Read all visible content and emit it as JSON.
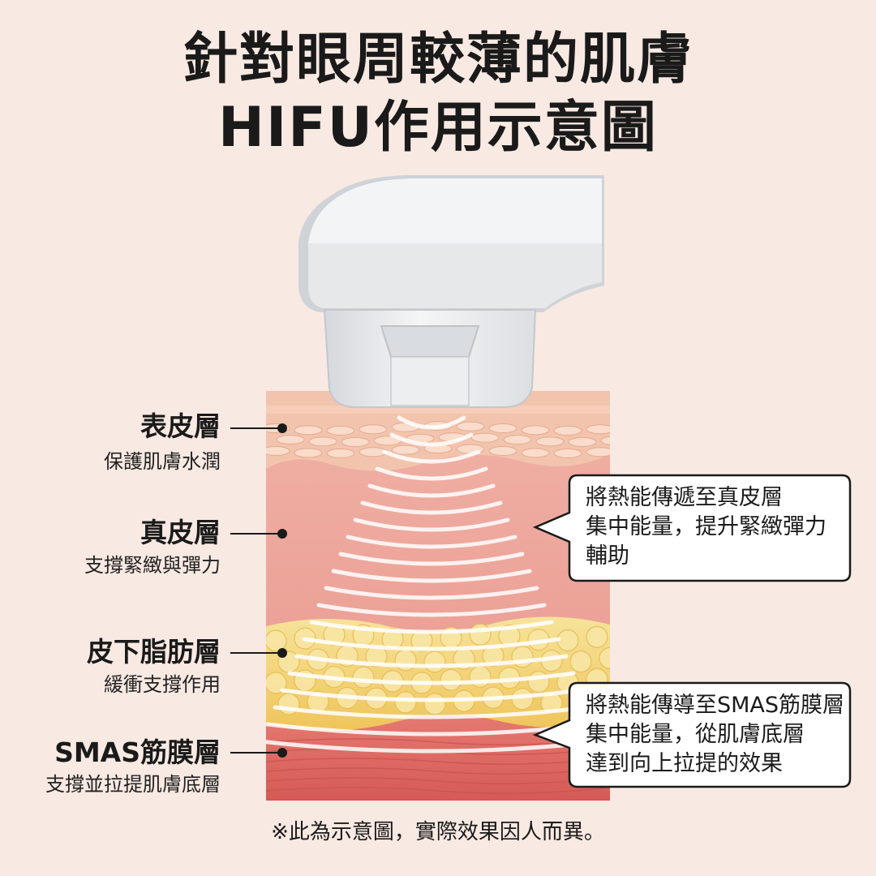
{
  "title": {
    "line1": "針對眼周較薄的肌膚",
    "line2": "HIFU作用示意圖"
  },
  "layers": [
    {
      "name": "表皮層",
      "description": "保護肌膚水潤"
    },
    {
      "name": "真皮層",
      "description": "支撐緊緻與彈力"
    },
    {
      "name": "皮下脂肪層",
      "description": "緩衝支撐作用"
    },
    {
      "name": "SMAS筋膜層",
      "description": "支撐並拉提肌膚底層"
    }
  ],
  "callouts": [
    {
      "lines": [
        "將熱能傳遞至真皮層",
        "集中能量，提升緊緻彈力",
        "輔助"
      ]
    },
    {
      "lines": [
        "將熱能傳導至SMAS筋膜層",
        "集中能量，從肌膚底層",
        "達到向上拉提的效果"
      ]
    }
  ],
  "footnote": "※此為示意圖，實際效果因人而異。",
  "colors": {
    "background": "#f8e9e2",
    "epidermis": "#f0c2ab",
    "dermis": "#eba097",
    "fat": "#f3d46e",
    "smas": "#de6b63",
    "device": "#e7e9eb"
  },
  "icons": [
    "hifu-device-illustration",
    "ultrasound-wave-arcs",
    "skin-cross-section"
  ]
}
